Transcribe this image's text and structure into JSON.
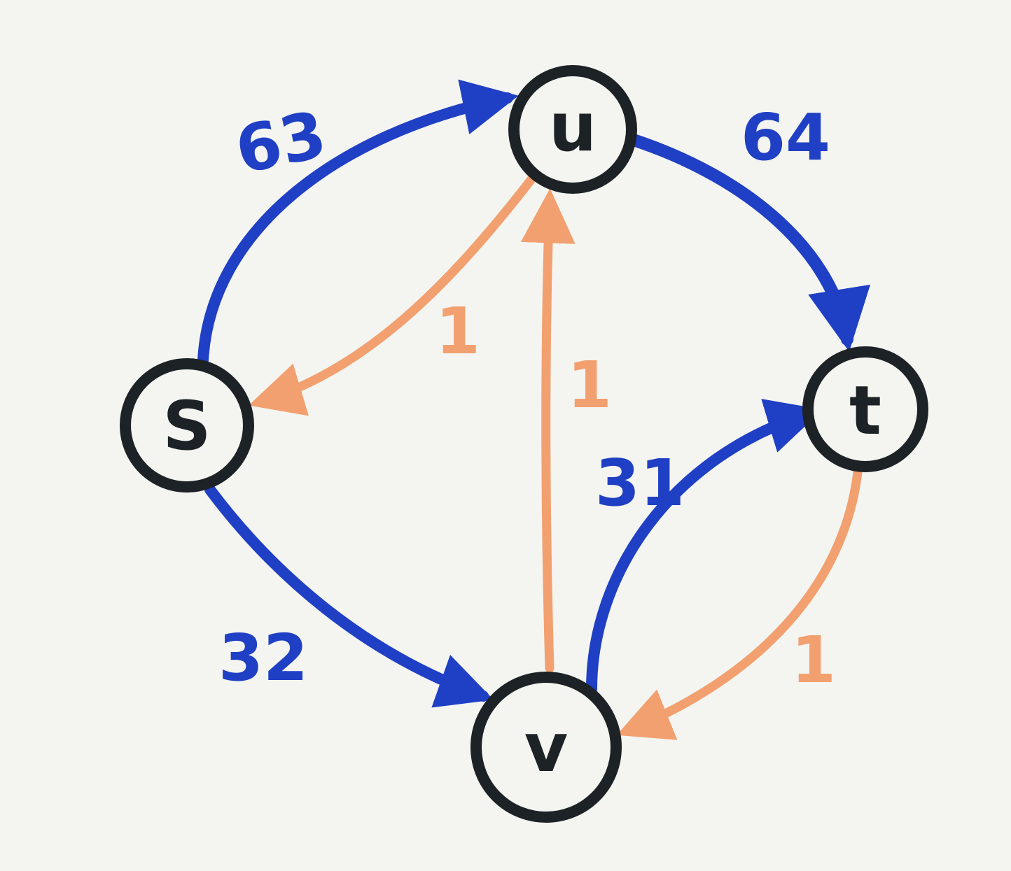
{
  "colors": {
    "paper": "#f4f5f0",
    "forward_edge": "#1f3fc4",
    "reverse_edge": "#f2a070",
    "node_stroke": "#1c2226"
  },
  "nodes": {
    "s": {
      "label": "S"
    },
    "u": {
      "label": "u"
    },
    "t": {
      "label": "t"
    },
    "v": {
      "label": "v"
    }
  },
  "edges": [
    {
      "from": "s",
      "to": "u",
      "weight": "63",
      "kind": "forward"
    },
    {
      "from": "u",
      "to": "t",
      "weight": "64",
      "kind": "forward"
    },
    {
      "from": "s",
      "to": "v",
      "weight": "32",
      "kind": "forward"
    },
    {
      "from": "v",
      "to": "t",
      "weight": "31",
      "kind": "forward"
    },
    {
      "from": "u",
      "to": "s",
      "weight": "1",
      "kind": "reverse"
    },
    {
      "from": "v",
      "to": "u",
      "weight": "1",
      "kind": "reverse"
    },
    {
      "from": "t",
      "to": "v",
      "weight": "1",
      "kind": "reverse"
    }
  ]
}
